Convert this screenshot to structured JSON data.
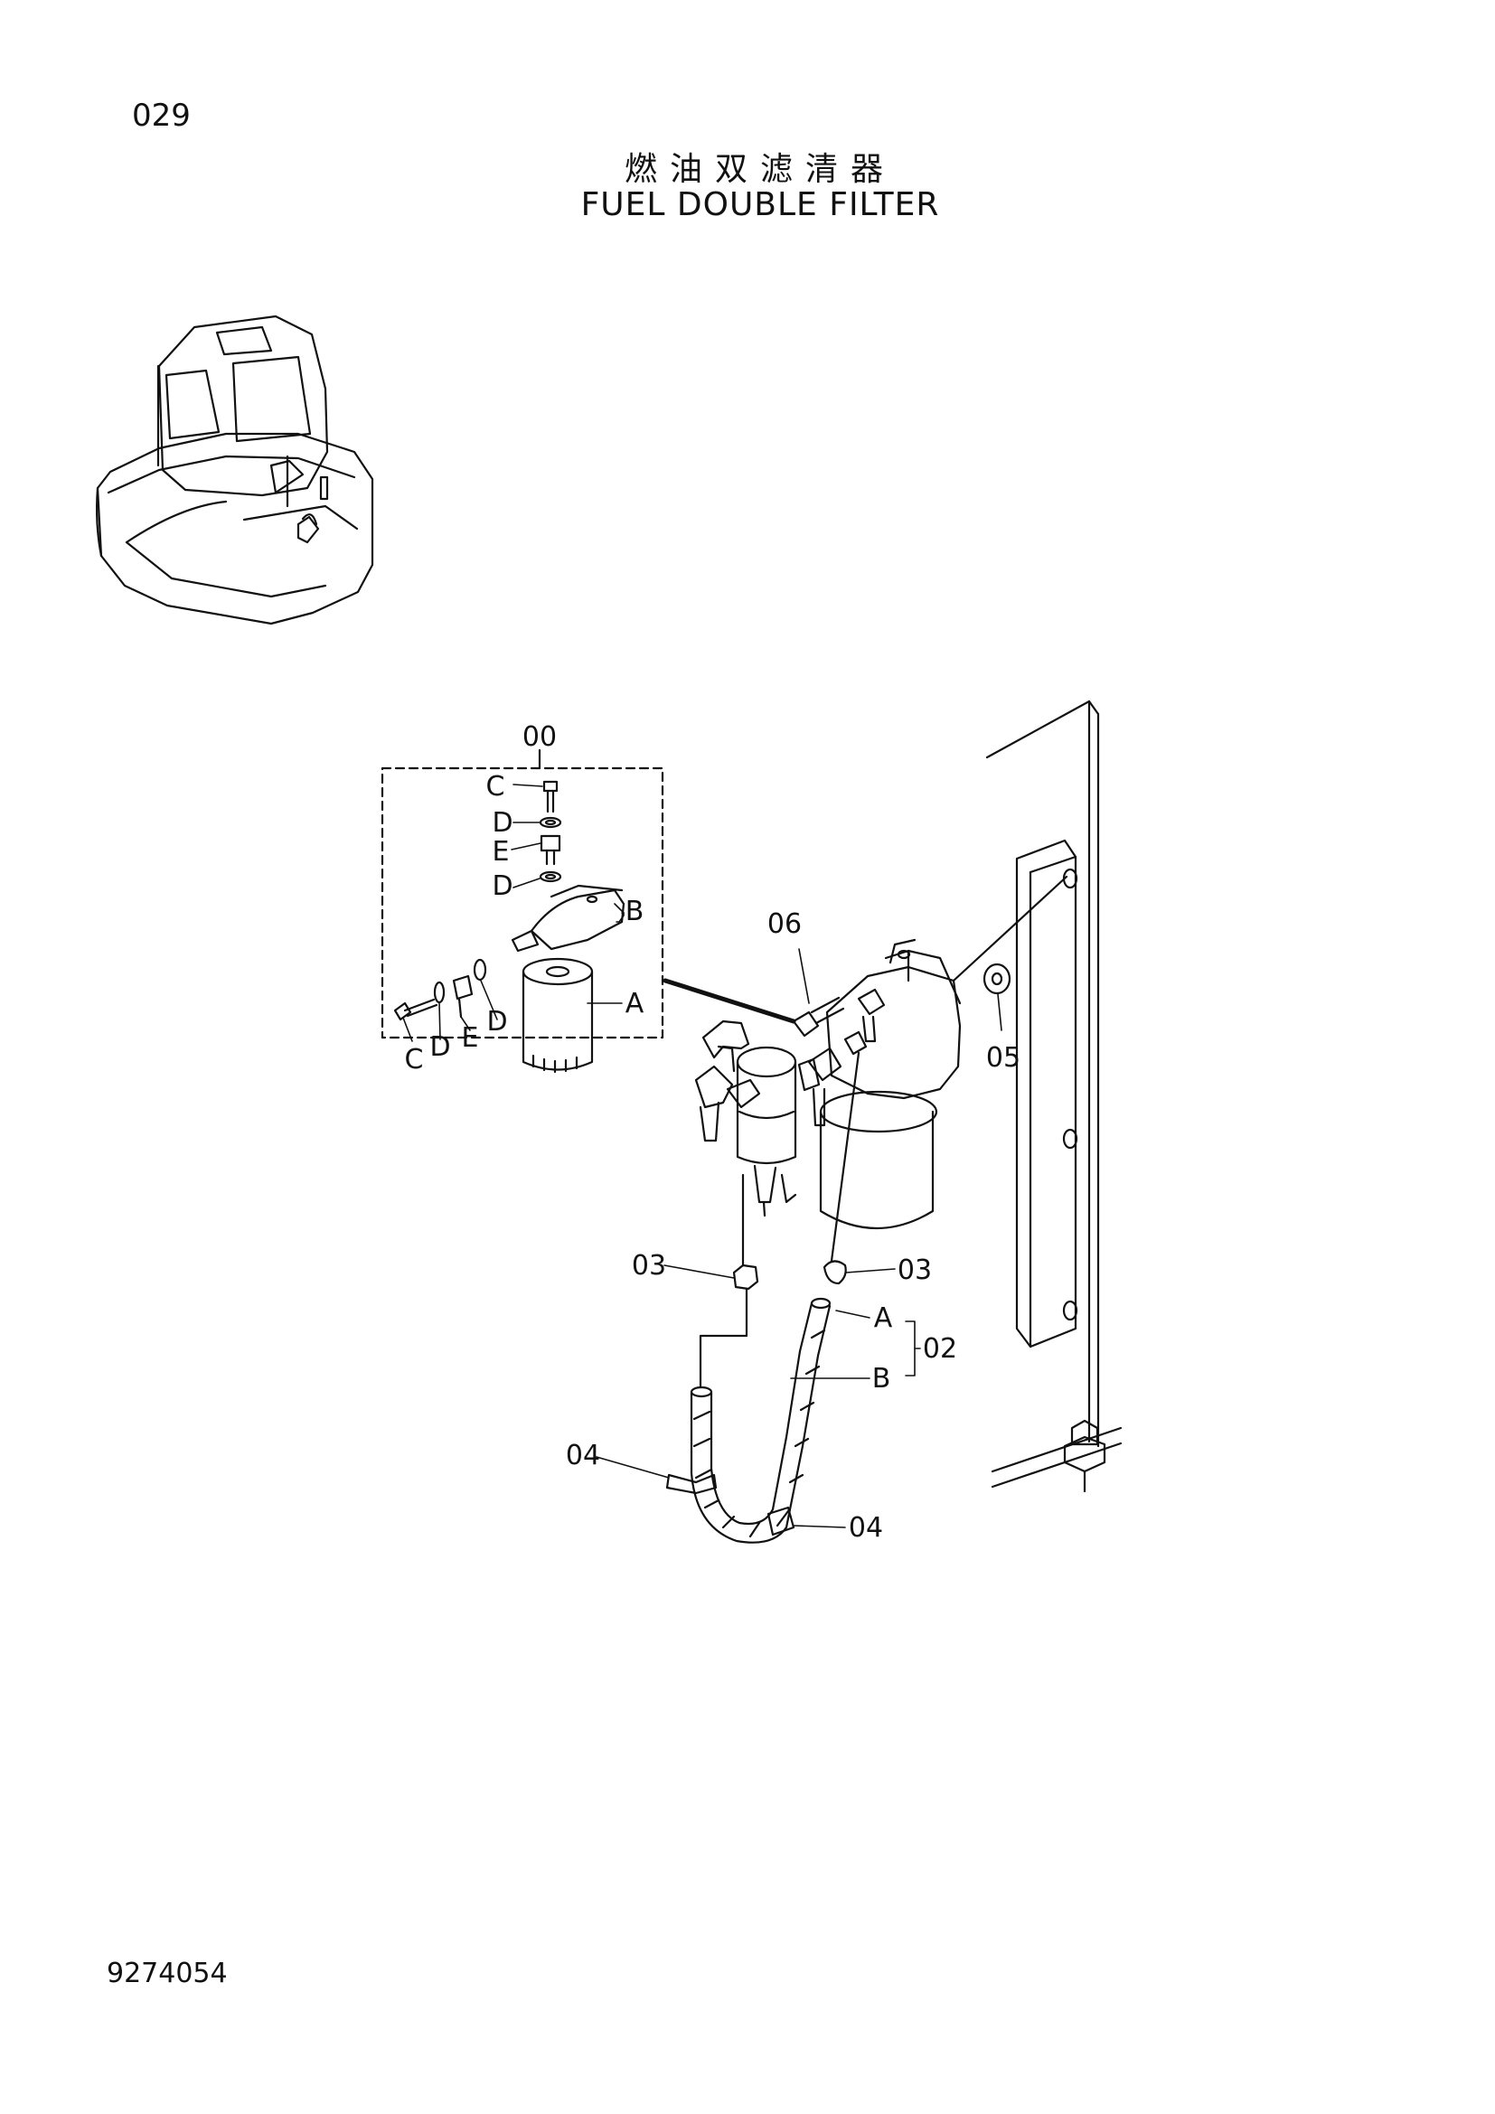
{
  "page_number": "029",
  "title_cn": "燃油双滤清器",
  "title_en": "FUEL DOUBLE FILTER",
  "document_code": "9274054",
  "callouts": {
    "assembly": "00",
    "asm_c_top": "C",
    "asm_d_1": "D",
    "asm_e_top": "E",
    "asm_d_2": "D",
    "asm_b": "B",
    "asm_a": "A",
    "asm_c_bottom": "C",
    "asm_d_3": "D",
    "asm_e_bottom": "E",
    "asm_d_4": "D",
    "bolt": "06",
    "washer": "05",
    "clamp_left": "03",
    "clamp_right": "03",
    "hose_a": "A",
    "hose_b": "B",
    "hose": "02",
    "band_left": "04",
    "band_right": "04"
  }
}
